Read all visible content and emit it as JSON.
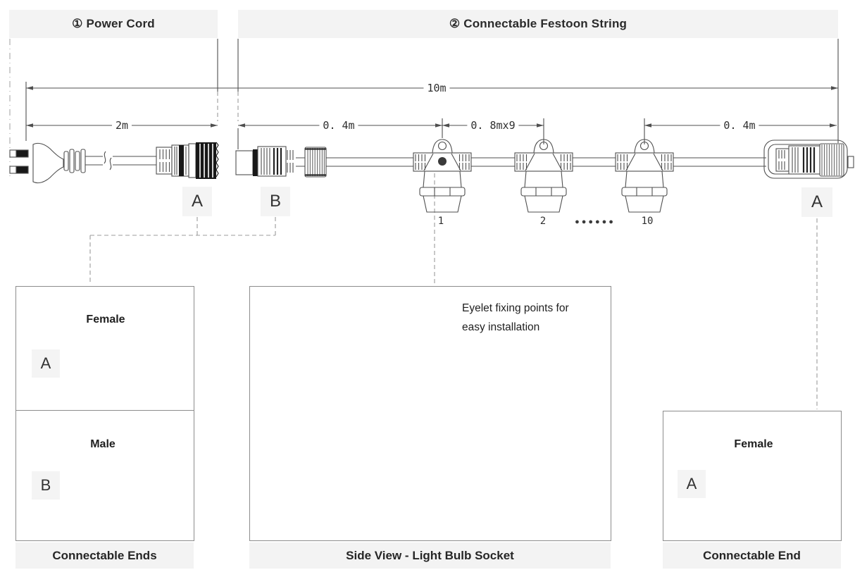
{
  "headers": {
    "power_cord": "① Power Cord",
    "festoon_string": "② Connectable Festoon String"
  },
  "dimensions": {
    "total": "10m",
    "power_cord": "2m",
    "lead": "0. 4m",
    "spacing": "0. 8mx9",
    "tail": "0. 4m"
  },
  "markers": {
    "power_cord_end": "A",
    "string_start": "B",
    "string_end": "A"
  },
  "sockets": {
    "first": "1",
    "second": "2",
    "last": "10",
    "ellipsis": "●●●●●●"
  },
  "boxes": {
    "connectable_ends": {
      "caption": "Connectable Ends",
      "female_title": "Female",
      "female_label": "A",
      "male_title": "Male",
      "male_label": "B"
    },
    "side_view": {
      "caption": "Side View - Light Bulb Socket",
      "note_line1": "Eyelet fixing points for",
      "note_line2": "easy installation"
    },
    "connectable_end": {
      "caption": "Connectable End",
      "female_title": "Female",
      "female_label": "A"
    }
  },
  "colors": {
    "line": "#4f4f4f",
    "ink": "#181818",
    "header_bg": "#f3f3f3",
    "dash": "#9c9c9c"
  }
}
